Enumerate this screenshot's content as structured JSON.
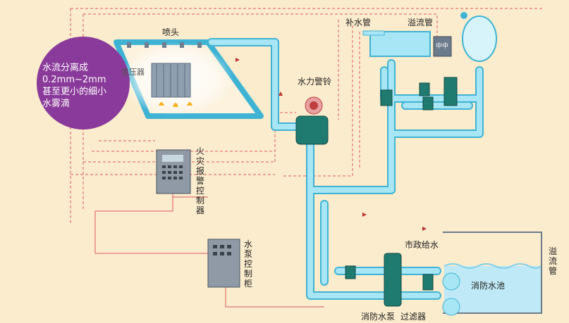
{
  "labels": {
    "nozzle": "喷头",
    "transformer": "变压器",
    "water_bell": "水力警铃",
    "makeup_pipe": "补水管",
    "overflow_pipe_top": "溢流管",
    "fire_alarm_controller": "火灾报警控制器",
    "pump_controller": "水泵控制柜",
    "municipal_supply": "市政给水",
    "fire_pool": "消防水池",
    "overflow_pipe_right": "溢流管",
    "fire_pump": "消防水泵",
    "filter": "过滤器",
    "tank_panel": "中中"
  },
  "bubble": {
    "lines": [
      "水流分离成",
      "0.2mm~2mm",
      "甚至更小的细小",
      "水雾滴"
    ]
  },
  "colors": {
    "background": "#fbeccd",
    "pipe": "#9fe1f2",
    "pipe_edge": "#3fb3d4",
    "signal_line": "#e05050",
    "bubble": "#8a3a9a",
    "water": "#bfe9f6"
  }
}
